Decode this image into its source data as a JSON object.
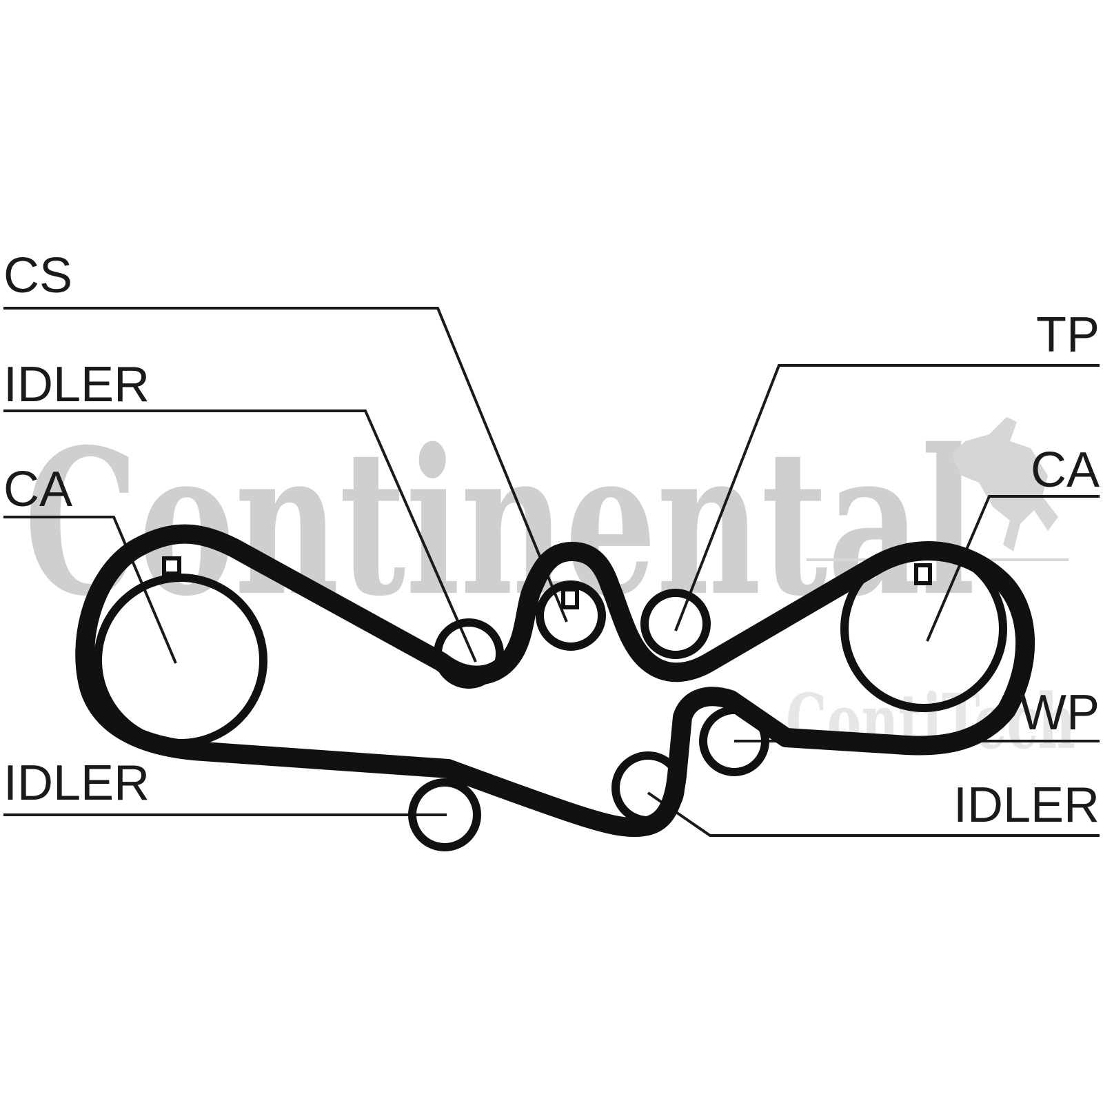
{
  "watermark": {
    "brand": "Continental",
    "sub_brand": "ContiTech"
  },
  "labels": {
    "cs": "CS",
    "idler_top_left": "IDLER",
    "ca_left": "CA",
    "tp": "TP",
    "ca_right": "CA",
    "wp": "WP",
    "idler_bottom_left": "IDLER",
    "idler_bottom_right": "IDLER"
  },
  "colors": {
    "ink": "#111111",
    "watermark": "#cfcfcf"
  }
}
